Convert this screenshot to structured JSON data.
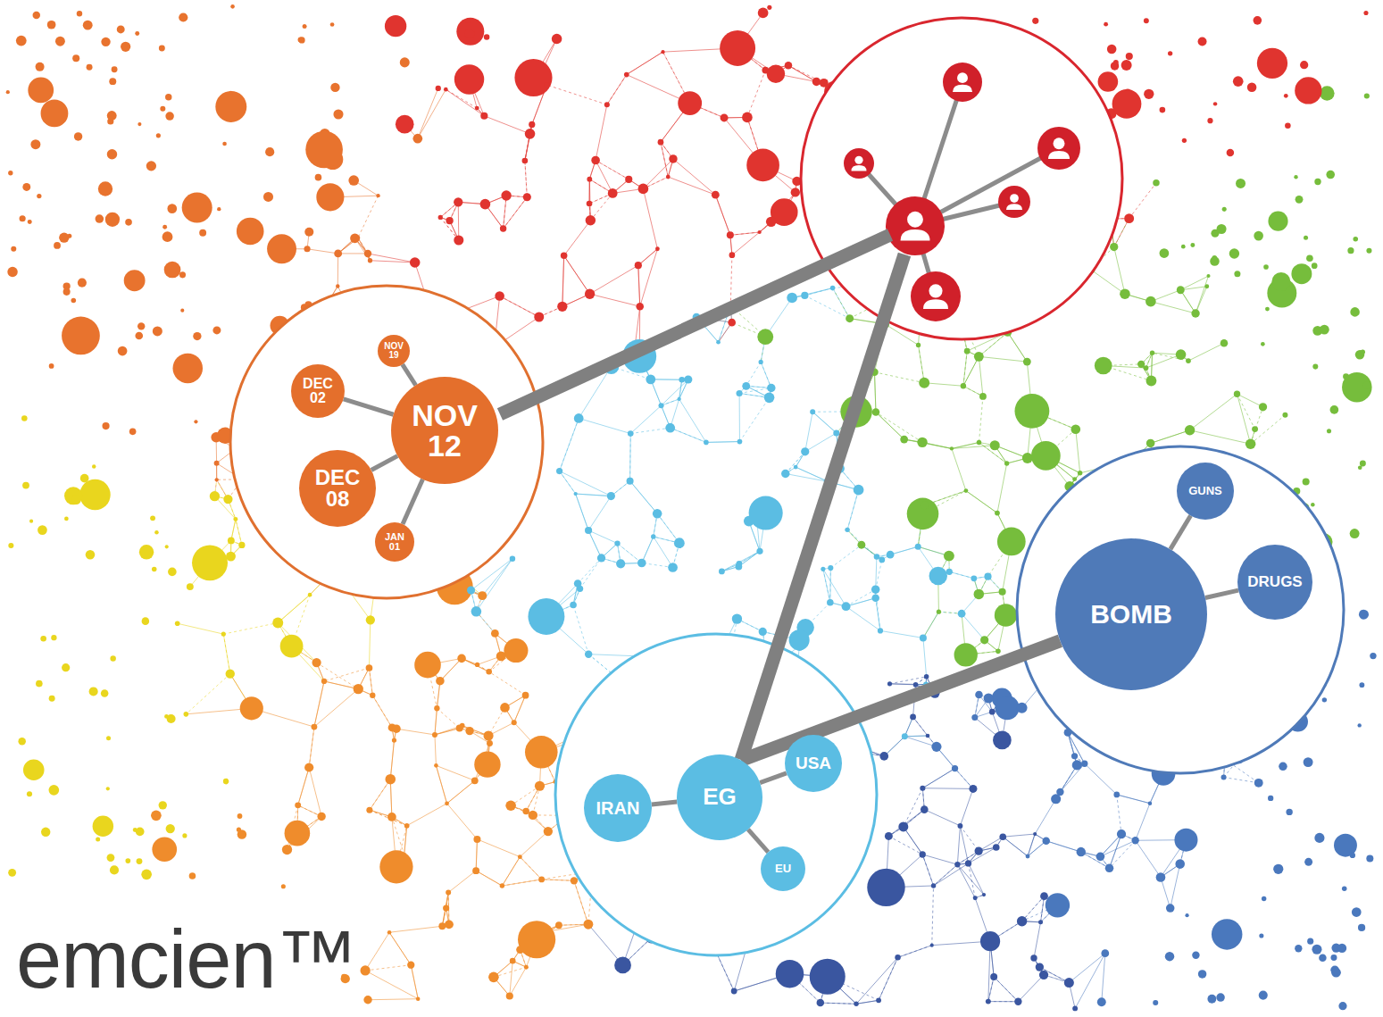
{
  "diagram": {
    "nodes": [
      {
        "text": [
          "NOV 19"
        ]
      },
      {
        "text": [
          "DEC 02"
        ]
      },
      {
        "text": [
          "NOV 12"
        ]
      },
      {
        "text": [
          "DEC 08"
        ]
      },
      {
        "text": [
          "JAN 01"
        ]
      },
      {
        "text": [
          "GUNS"
        ]
      },
      {
        "text": [
          "BOMB"
        ]
      },
      {
        "text": [
          "DRUGS"
        ]
      },
      {
        "text": [
          "IRAN"
        ]
      },
      {
        "text": [
          "EG"
        ]
      },
      {
        "text": [
          "USA"
        ]
      },
      {
        "text": [
          "EU"
        ]
      }
    ],
    "edges": [
      {
        "from": 2,
        "to": 1,
        "arrow": "none"
      },
      {
        "from": 2,
        "to": 0,
        "arrow": "none"
      },
      {
        "from": 2,
        "to": 3,
        "arrow": "none"
      },
      {
        "from": 2,
        "to": 4,
        "arrow": "none"
      },
      {
        "from": 6,
        "to": 5,
        "arrow": "none"
      },
      {
        "from": 6,
        "to": 7,
        "arrow": "none"
      },
      {
        "from": 9,
        "to": 8,
        "arrow": "none"
      },
      {
        "from": 9,
        "to": 10,
        "arrow": "none"
      },
      {
        "from": 9,
        "to": 11,
        "arrow": "none"
      },
      {
        "from": 9,
        "to": 6,
        "arrow": "none"
      }
    ],
    "labels": [
      "emcien™"
    ]
  }
}
